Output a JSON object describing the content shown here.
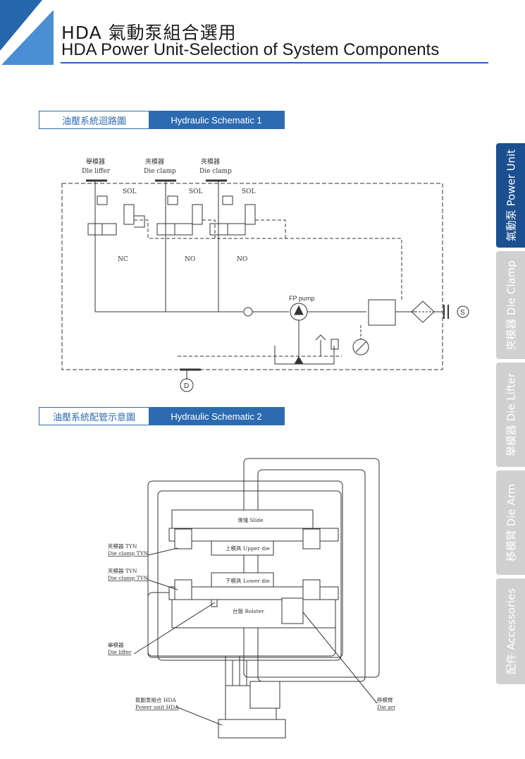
{
  "header": {
    "title_zh": "HDA 氣動泵組合選用",
    "title_en": "HDA Power Unit-Selection of System Components"
  },
  "section1": {
    "label_zh": "油壓系統迴路圖",
    "label_en": "Hydraulic Schematic 1"
  },
  "section2": {
    "label_zh": "油壓系統配管示意圖",
    "label_en": "Hydraulic Schematic 2"
  },
  "schematic1": {
    "actuators": [
      {
        "zh": "舉模器",
        "en": "Dle liffer"
      },
      {
        "zh": "夾模器",
        "en": "Die clamp"
      },
      {
        "zh": "夾模器",
        "en": "Die clamp"
      }
    ],
    "sol_label": "SOL",
    "valve_states": [
      "NC",
      "NO",
      "NO"
    ],
    "pump_label": "FP pump",
    "port_s": "S",
    "port_d": "D"
  },
  "schematic2": {
    "slide": "滑塊 Slide",
    "upper_die": "上模具 Upper die",
    "lower_die": "下模具 Lower die",
    "bolster": "台盤 Bolster",
    "callout_clamp_top_zh": "夾模器 TYN",
    "callout_clamp_top_en": "Die clamp TYN",
    "callout_clamp_bottom_zh": "夾模器 TYN",
    "callout_clamp_bottom_en": "Die clamp TYN",
    "callout_lifter_zh": "舉模器",
    "callout_lifter_en": "Die liffer",
    "callout_power_zh": "氣動泵組合 HDA",
    "callout_power_en": "Power unit HDA",
    "callout_arm_zh": "移模臂",
    "callout_arm_en": "Die arm"
  },
  "side_tabs": [
    {
      "label": "氣動泵 Power Unit",
      "active": true
    },
    {
      "label": "夾模器 Die Clamp",
      "active": false
    },
    {
      "label": "舉模器 Die Lifter",
      "active": false
    },
    {
      "label": "移模臂 Die Arm",
      "active": false
    },
    {
      "label": "配件 Accessories",
      "active": false
    }
  ],
  "colors": {
    "accent": "#2d6bb0",
    "tab_active": "#1b4f8f",
    "tab_inactive": "#d0d0d0"
  }
}
